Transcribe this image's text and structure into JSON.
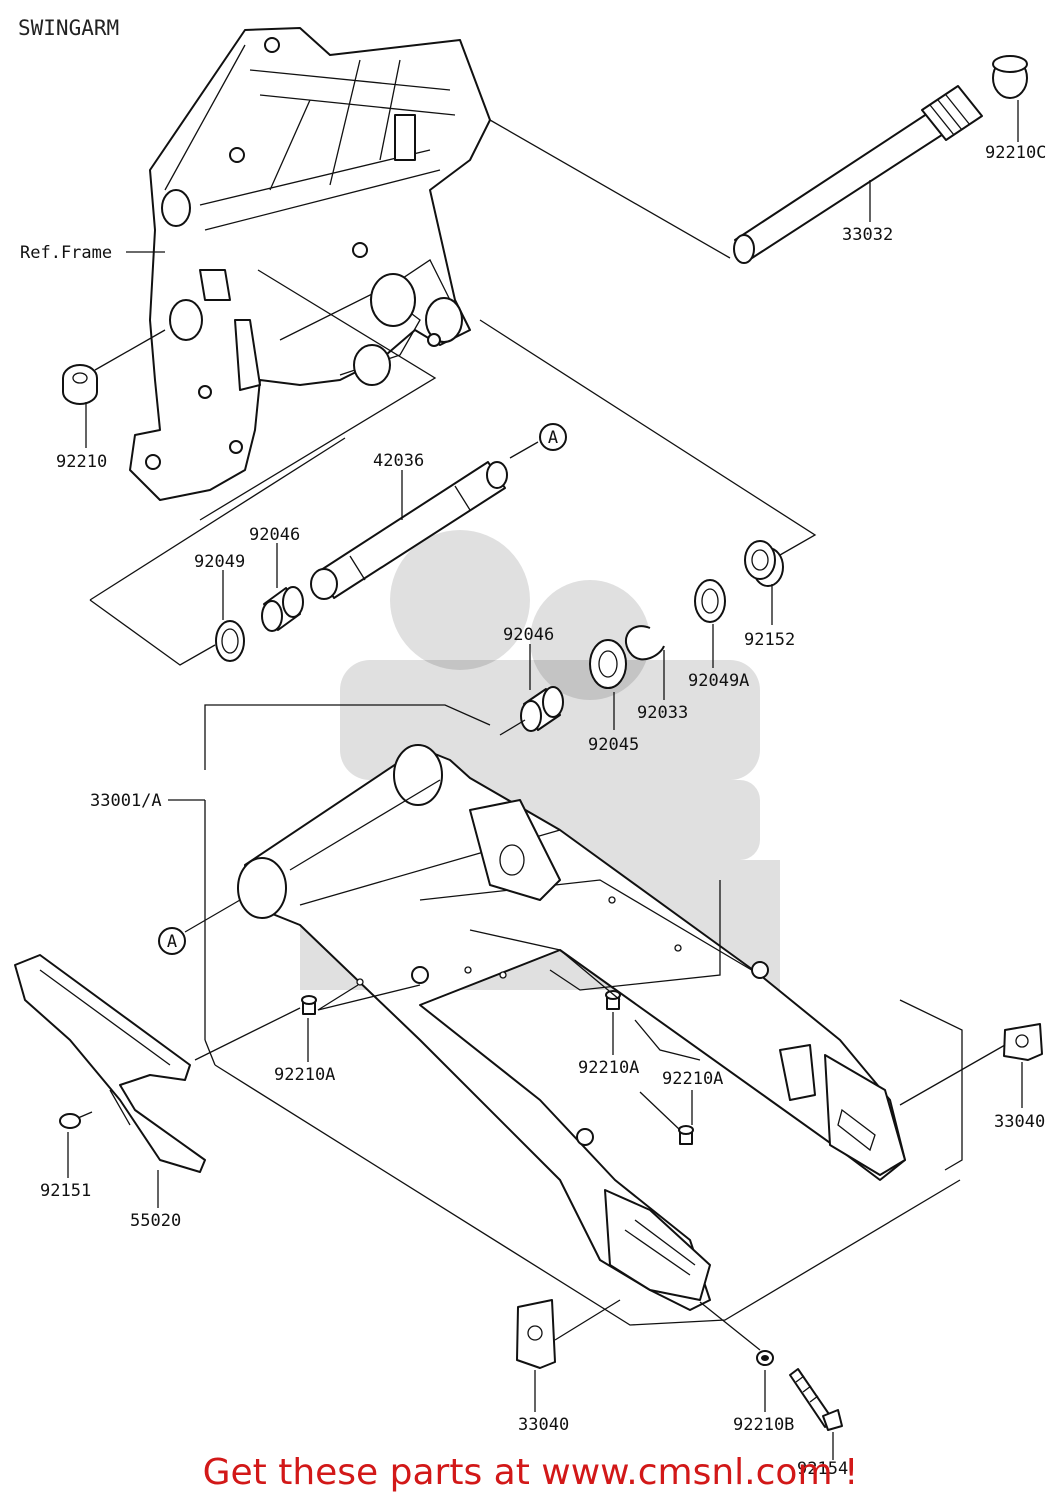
{
  "title": "SWINGARM",
  "footer": "Get these parts at www.cmsnl.com !",
  "labels": {
    "ref_frame": "Ref.Frame",
    "p92210C": "92210C",
    "p33032": "33032",
    "p92210": "92210",
    "p42036": "42036",
    "callout_a_top": "A",
    "callout_a_bottom": "A",
    "p92046_left": "92046",
    "p92049": "92049",
    "p92046_center": "92046",
    "p92152": "92152",
    "p92049A": "92049A",
    "p92033": "92033",
    "p92045": "92045",
    "p33001A": "33001/A",
    "p92210A_left": "92210A",
    "p92210A_center": "92210A",
    "p92210A_right": "92210A",
    "p33040_right": "33040",
    "p92151": "92151",
    "p55020": "55020",
    "p33040_bottom": "33040",
    "p92210B": "92210B",
    "p92154": "92154"
  },
  "colors": {
    "footer_text": "#d21818",
    "line_art": "#111111"
  }
}
